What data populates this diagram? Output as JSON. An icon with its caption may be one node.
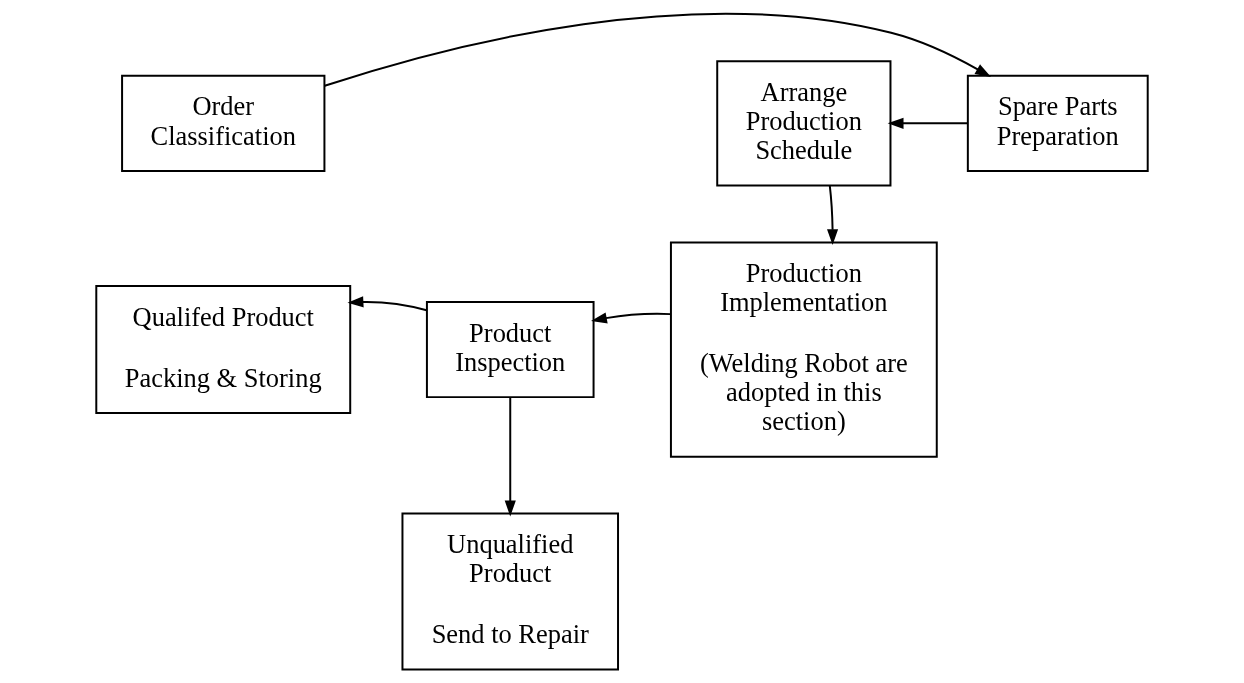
{
  "diagram": {
    "nodes": [
      {
        "text": [
          "Order Classification"
        ]
      },
      {
        "text": [
          "Spare Parts Preparation"
        ]
      },
      {
        "text": [
          "Arrange Production Schedule"
        ]
      },
      {
        "text": [
          "Production Implementation",
          "(Welding Robot are adopted in this section)"
        ]
      },
      {
        "text": [
          "Product Inspection"
        ]
      },
      {
        "text": [
          "Qualifed Product",
          "Packing & Storing"
        ]
      },
      {
        "text": [
          "Unqualified Product",
          "Send to Repair"
        ]
      }
    ],
    "edges": [
      {
        "from": 0,
        "to": 1,
        "arrow": "to"
      },
      {
        "from": 1,
        "to": 2,
        "arrow": "to"
      },
      {
        "from": 2,
        "to": 3,
        "arrow": "to"
      },
      {
        "from": 3,
        "to": 4,
        "arrow": "to"
      },
      {
        "from": 4,
        "to": 5,
        "arrow": "to"
      },
      {
        "from": 4,
        "to": 6,
        "arrow": "to"
      }
    ]
  }
}
